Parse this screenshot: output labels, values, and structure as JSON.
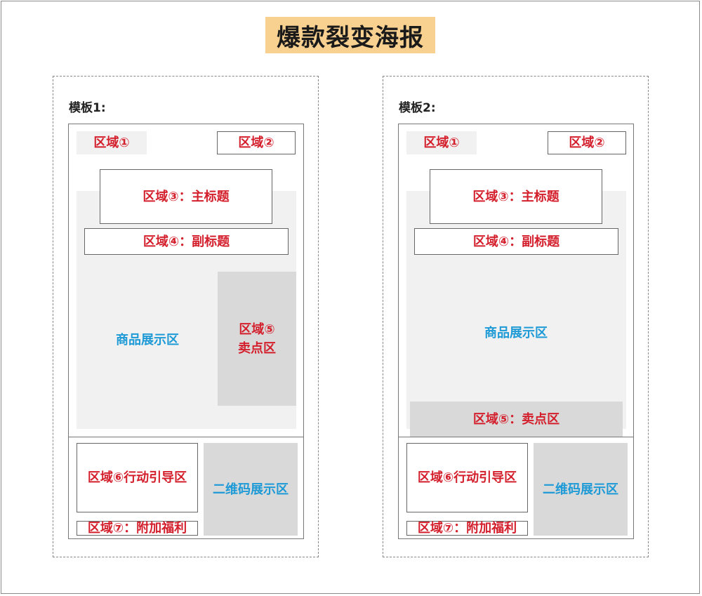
{
  "title": "爆款裂变海报",
  "templates": [
    {
      "label": "模板1:",
      "zone1": "区域①",
      "zone2": "区域②",
      "zone3": "区域③：主标题",
      "zone4": "区域④：副标题",
      "product": "商品展示区",
      "zone5_line1": "区域⑤",
      "zone5_line2": "卖点区",
      "zone6": "区域⑥行动引导区",
      "qr": "二维码展示区",
      "zone7": "区域⑦：附加福利"
    },
    {
      "label": "模板2:",
      "zone1": "区域①",
      "zone2": "区域②",
      "zone3": "区域③：主标题",
      "zone4": "区域④：副标题",
      "product": "商品展示区",
      "zone5": "区域⑤：卖点区",
      "zone6": "区域⑥行动引导区",
      "qr": "二维码展示区",
      "zone7": "区域⑦：附加福利"
    }
  ],
  "colors": {
    "title_bg": "#f8d08f",
    "zone_text": "#d4202d",
    "product_text": "#1e9ad6",
    "light_fill": "#f1f1f1",
    "dark_fill": "#d9d9d9"
  }
}
